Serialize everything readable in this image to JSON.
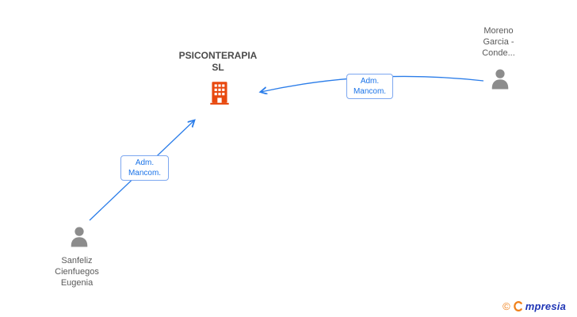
{
  "company": {
    "line1": "PSICONTERAPIA",
    "line2": "SL"
  },
  "person_moreno": {
    "line1": "Moreno",
    "line2": "Garcia -",
    "line3": "Conde..."
  },
  "person_sanfeliz": {
    "line1": "Sanfeliz",
    "line2": "Cienfuegos",
    "line3": "Eugenia"
  },
  "edge_sanfeliz": {
    "line1": "Adm.",
    "line2": "Mancom."
  },
  "edge_moreno": {
    "line1": "Adm.",
    "line2": "Mancom."
  },
  "footer": {
    "copyright": "©",
    "brand": "mpresia"
  },
  "colors": {
    "arrow": "#2b7de9",
    "building": "#e8490f",
    "person": "#8c8c8c",
    "edge_text": "#1a73e8",
    "node_text": "#5a5a5a",
    "brand_blue": "#1f35b5",
    "brand_orange": "#f08019"
  }
}
